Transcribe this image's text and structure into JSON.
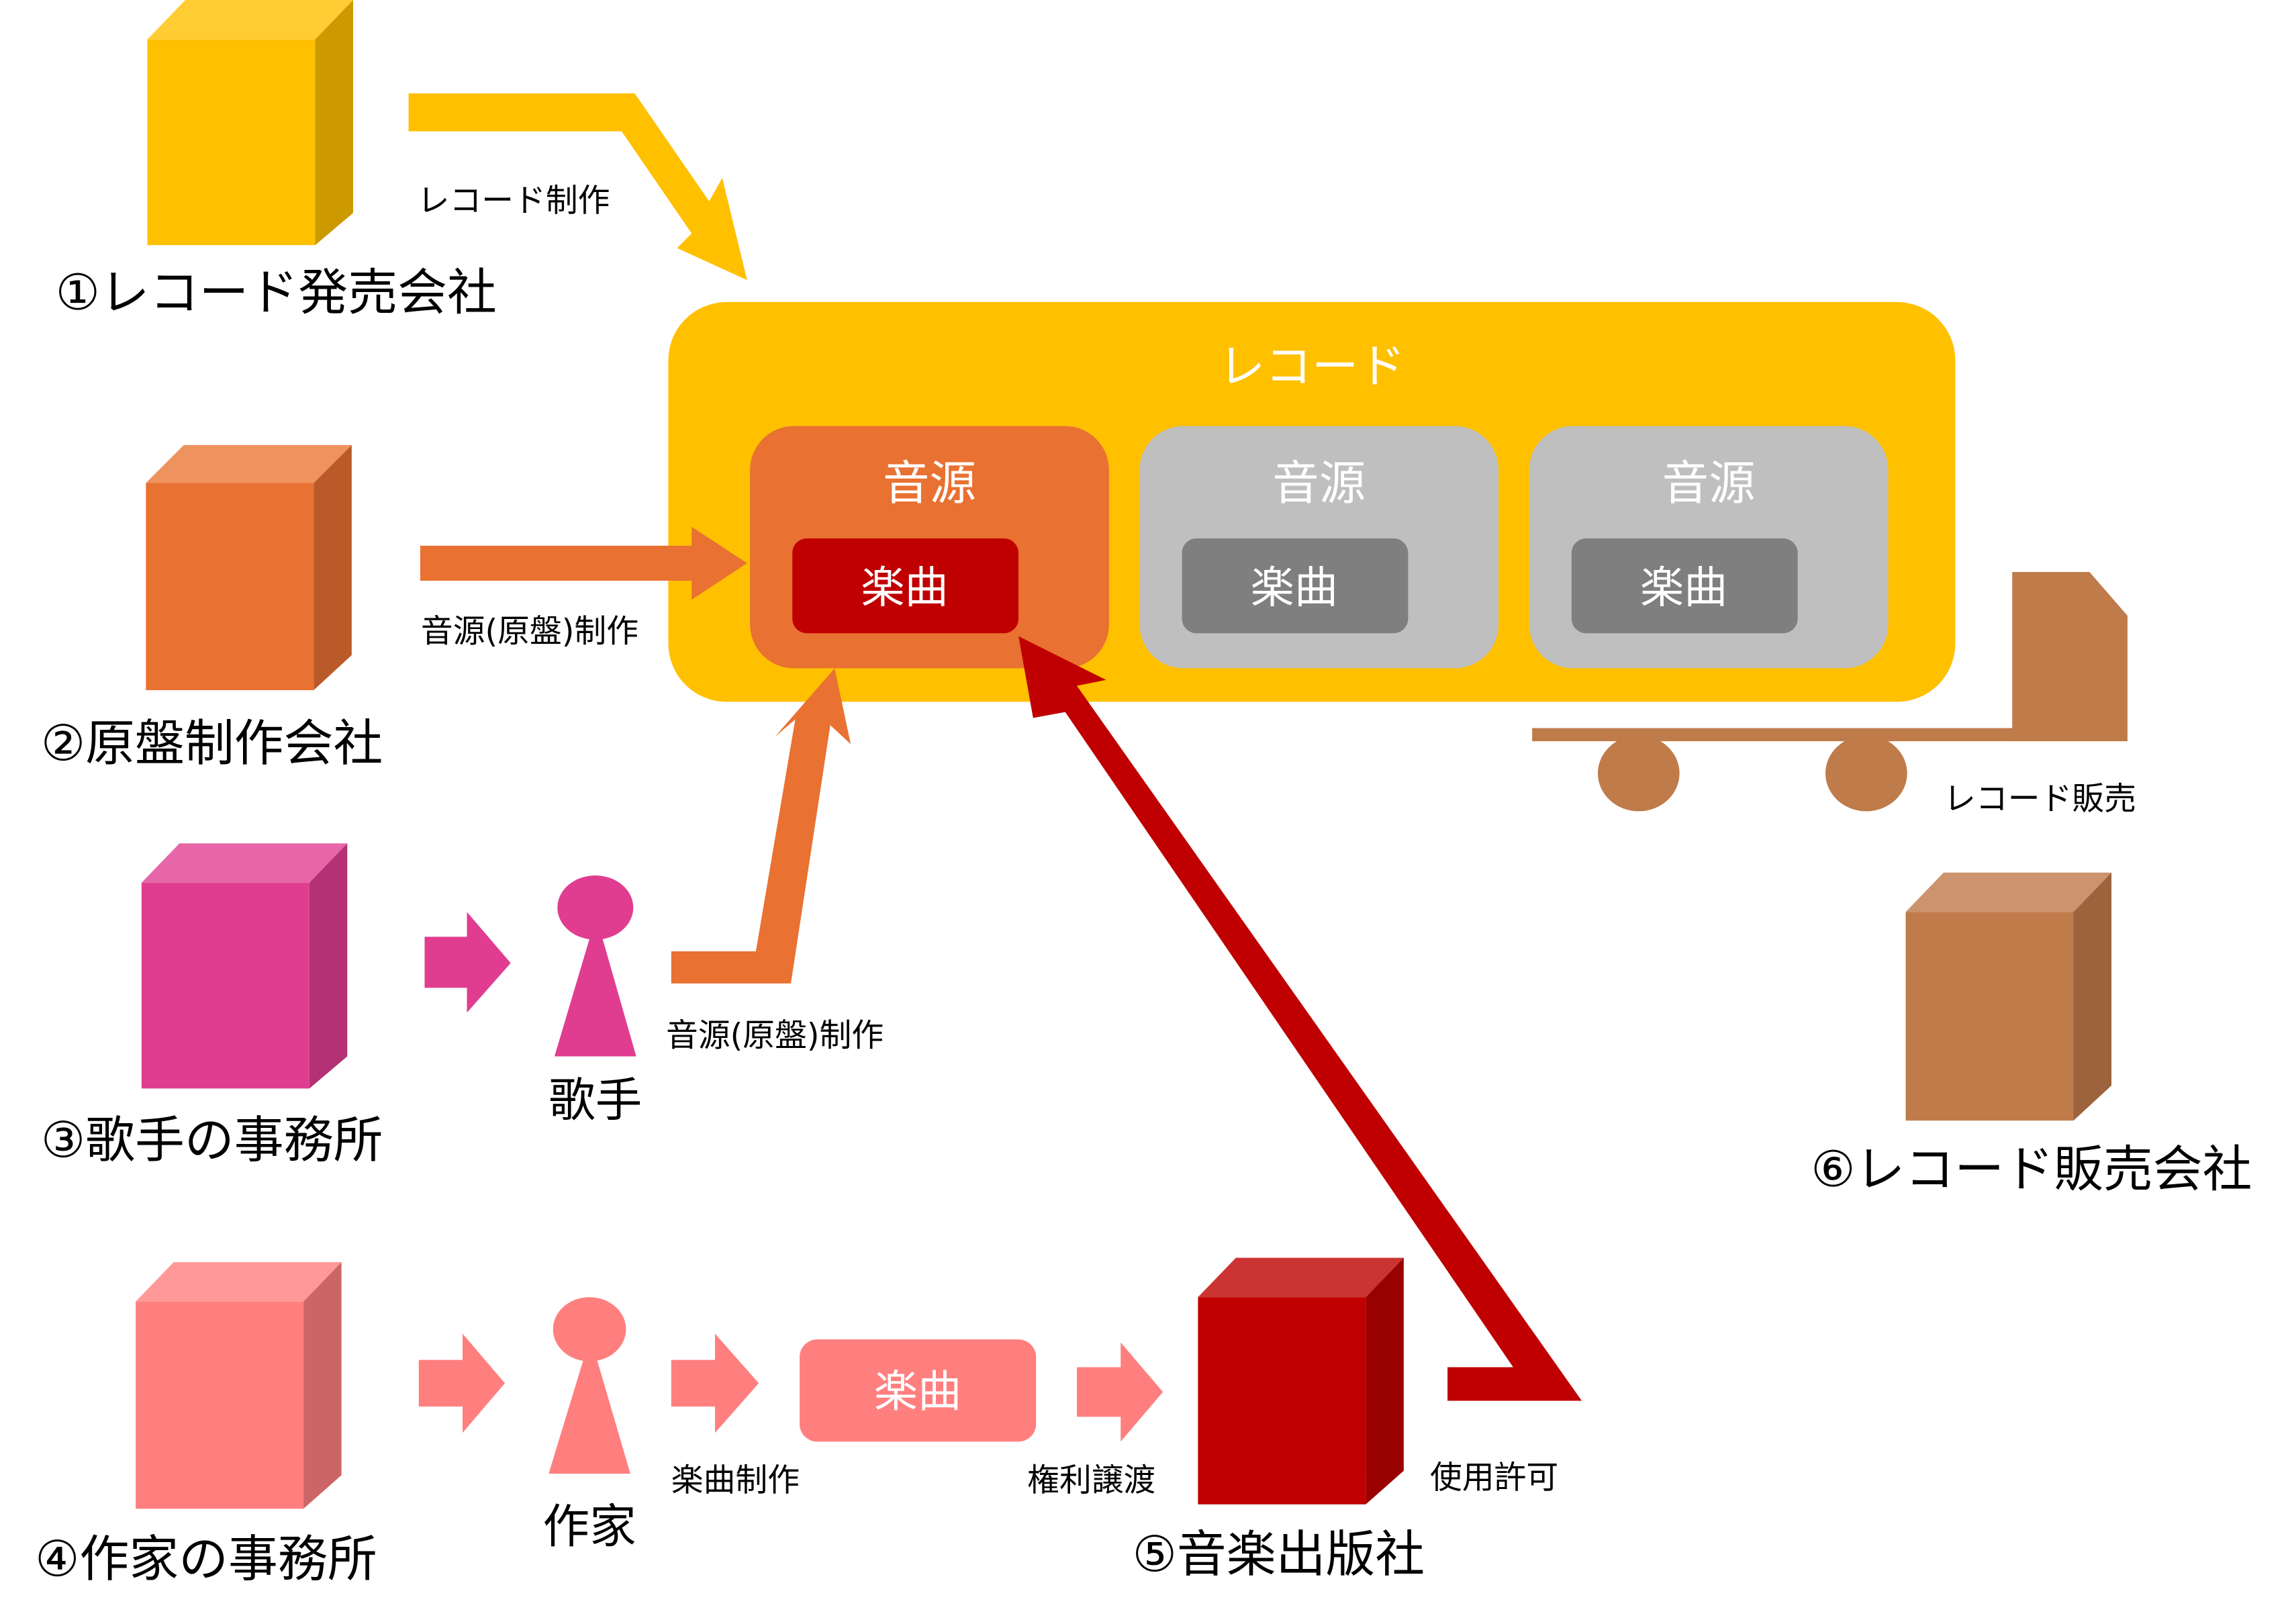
{
  "colors": {
    "record_yellow": "#FFC000",
    "original_orange": "#E97132",
    "singer_pink": "#E03D91",
    "author_salmon": "#FF7F7F",
    "publisher_red": "#C00000",
    "retailer_brown": "#C07B4B",
    "inactive_gray": "#BFBFBF",
    "inactive_dark_gray": "#7F7F7F"
  },
  "entities": {
    "record_label": "①レコード発売会社",
    "master_producer": "②原盤制作会社",
    "singer_agency": "③歌手の事務所",
    "author_agency": "④作家の事務所",
    "music_publisher": "⑤音楽出版社",
    "record_retailer": "⑥レコード販売会社"
  },
  "persons": {
    "singer": "歌手",
    "author": "作家"
  },
  "record": {
    "title": "レコード",
    "sources": [
      {
        "label": "音源",
        "song": "楽曲",
        "active": true
      },
      {
        "label": "音源",
        "song": "楽曲",
        "active": false
      },
      {
        "label": "音源",
        "song": "楽曲",
        "active": false
      }
    ]
  },
  "song_box": "楽曲",
  "flows": {
    "record_production": "レコード制作",
    "master_production_1": "音源(原盤)制作",
    "master_production_2": "音源(原盤)制作",
    "song_production": "楽曲制作",
    "rights_transfer": "権利譲渡",
    "usage_permission": "使用許可",
    "record_sales": "レコード販売"
  }
}
